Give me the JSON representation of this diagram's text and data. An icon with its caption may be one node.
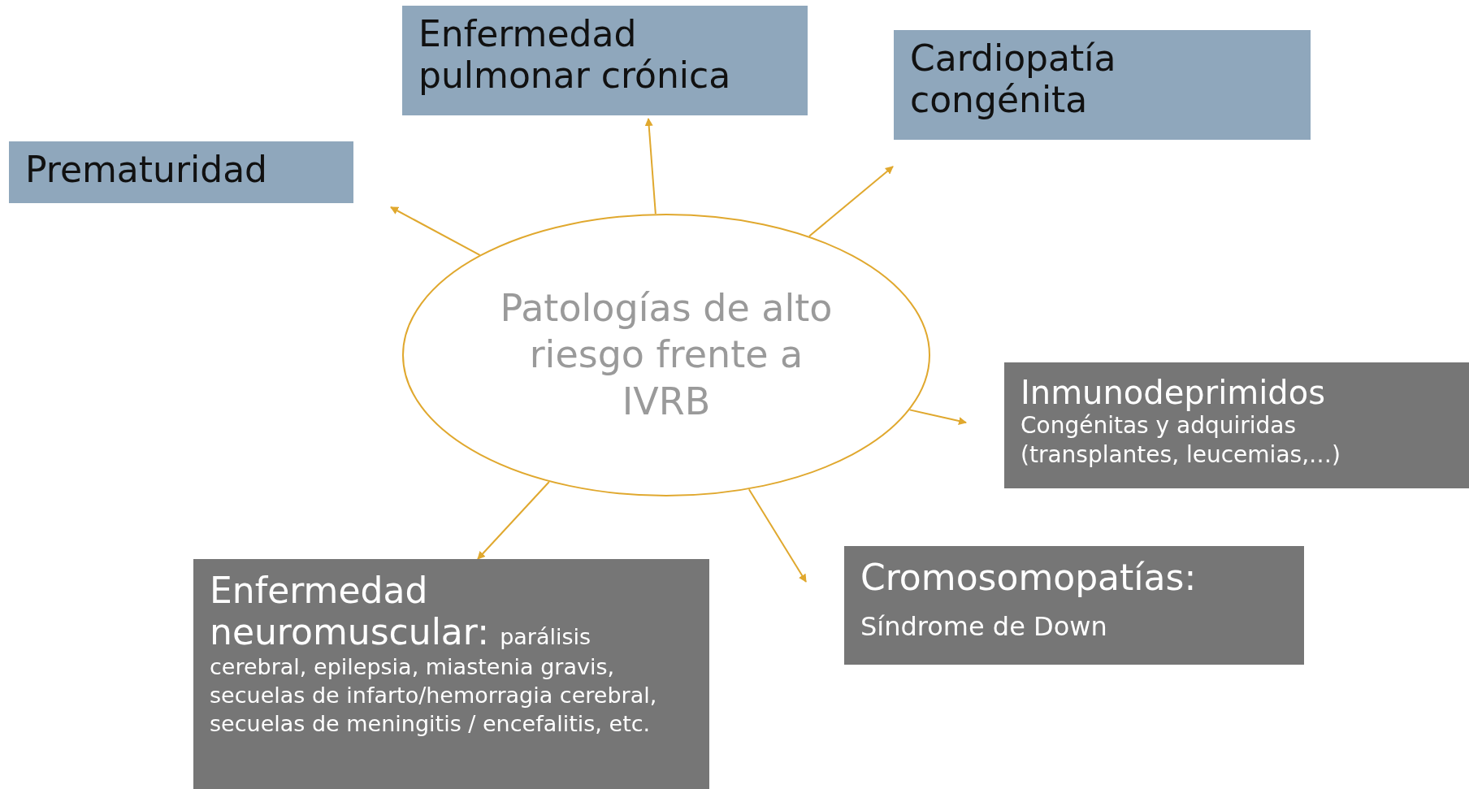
{
  "diagram": {
    "nodes": [
      {
        "text": [
          "Enfermedad pulmonar crónica"
        ]
      },
      {
        "text": [
          "Cardiopatía congénita"
        ]
      },
      {
        "text": [
          "Prematuridad"
        ]
      },
      {
        "text": [
          "Patologías de alto riesgo frente a IVRB"
        ]
      },
      {
        "text": [
          "Inmunodeprimidos",
          "Congénitas y adquiridas (transplantes, leucemias,…)"
        ]
      },
      {
        "text": [
          "Cromosomopatías:",
          "Síndrome de Down"
        ]
      },
      {
        "text": [
          "Enfermedad neuromuscular:",
          "parálisis cerebral, epilepsia, miastenia gravis, secuelas de infarto/hemorragia cerebral, secuelas de meningitis / encefalitis, etc."
        ]
      }
    ],
    "edges": [
      {
        "from": 3,
        "to": 2,
        "arrow": "to"
      },
      {
        "from": 3,
        "to": 0,
        "arrow": "to"
      },
      {
        "from": 3,
        "to": 1,
        "arrow": "to"
      },
      {
        "from": 3,
        "to": 4,
        "arrow": "to"
      },
      {
        "from": 3,
        "to": 5,
        "arrow": "to"
      },
      {
        "from": 3,
        "to": 6,
        "arrow": "to"
      }
    ]
  }
}
